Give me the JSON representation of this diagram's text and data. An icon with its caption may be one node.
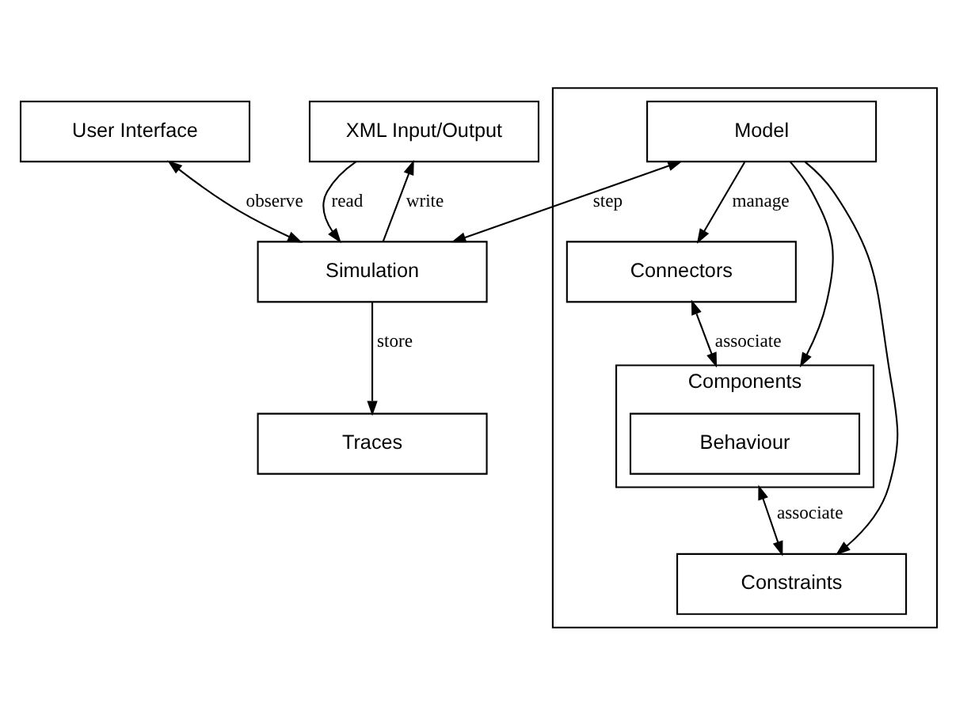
{
  "diagram": {
    "nodes": [
      {
        "text": [
          "User Interface"
        ]
      },
      {
        "text": [
          "XML Input/Output"
        ]
      },
      {
        "text": [
          "Simulation"
        ]
      },
      {
        "text": [],
        "shape": "box"
      },
      {
        "text": [
          "Model"
        ],
        "in": 3
      },
      {
        "text": [
          "Connectors"
        ],
        "in": 3
      },
      {
        "text": [
          "Components"
        ],
        "in": 3
      },
      {
        "text": [
          "Behaviour"
        ],
        "in": 6
      },
      {
        "text": [
          "Constraints"
        ],
        "in": 3
      },
      {
        "text": [
          "Traces"
        ]
      }
    ],
    "edges": [
      {
        "from": 0,
        "to": 2,
        "arrow": "both",
        "label": "observe"
      },
      {
        "from": 1,
        "to": 2,
        "arrow": "to",
        "label": "read"
      },
      {
        "from": 2,
        "to": 1,
        "arrow": "to",
        "label": "write"
      },
      {
        "from": 4,
        "to": 2,
        "arrow": "both",
        "label": "step"
      },
      {
        "from": 4,
        "to": 5,
        "arrow": "to",
        "label": "manage"
      },
      {
        "from": 4,
        "to": 6,
        "arrow": "to"
      },
      {
        "from": 4,
        "to": 8,
        "arrow": "to"
      },
      {
        "from": 5,
        "to": 6,
        "arrow": "both",
        "label": "associate"
      },
      {
        "from": 6,
        "to": 8,
        "arrow": "both",
        "label": "associate"
      },
      {
        "from": 2,
        "to": 9,
        "arrow": "to",
        "label": "store"
      }
    ]
  }
}
